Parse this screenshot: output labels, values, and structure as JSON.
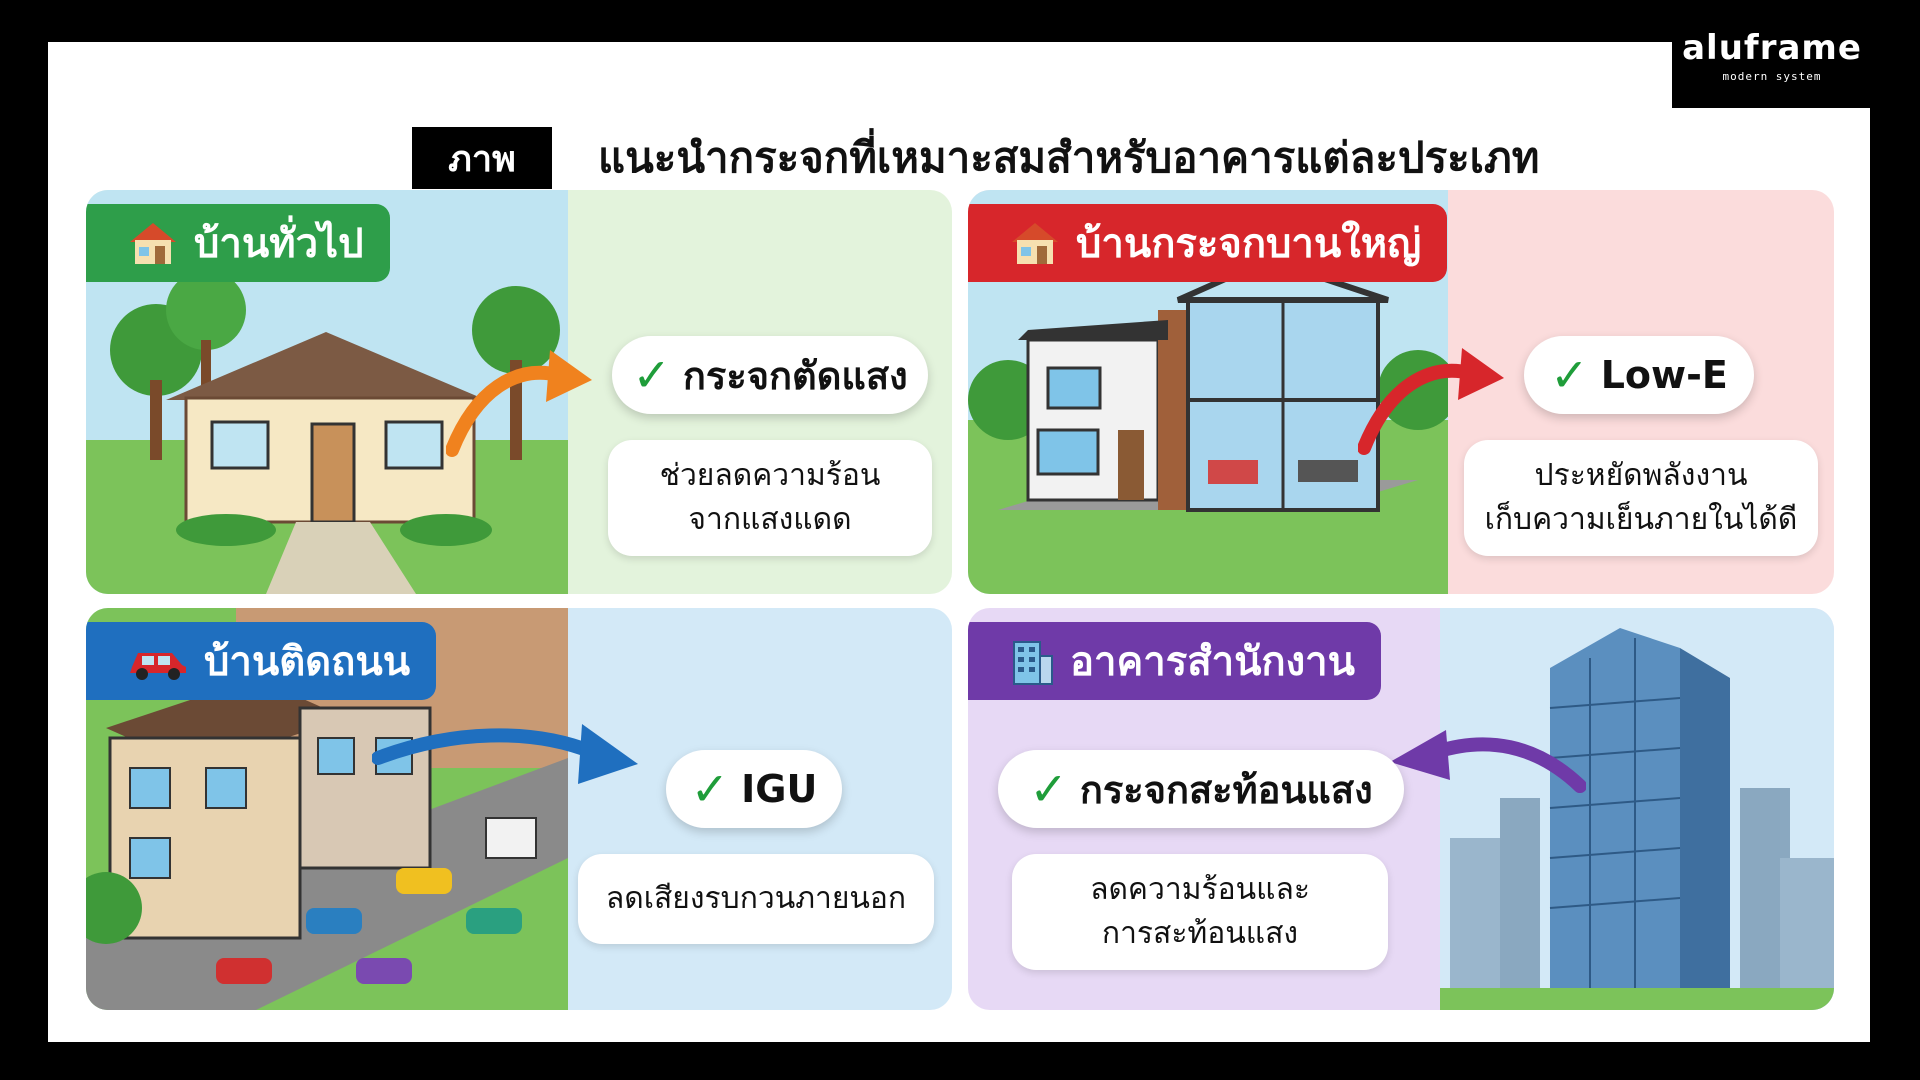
{
  "brand": {
    "name": "aluframe",
    "tagline": "modern system"
  },
  "title": {
    "label": "ภาพ",
    "text": "แนะนำกระจกที่เหมาะสมสำหรับอาคารแต่ละประเภท"
  },
  "panels": [
    {
      "category": "บ้านทั่วไป",
      "recommendation": "กระจกตัดแสง",
      "description": [
        "ช่วยลดความร้อน",
        "จากแสงแดด"
      ],
      "icon": "house-icon",
      "accent": "#2e9e4a",
      "bg": "#e3f3dc",
      "arrow_color": "#f0821e"
    },
    {
      "category": "บ้านกระจกบานใหญ่",
      "recommendation": "Low-E",
      "description": [
        "ประหยัดพลังงาน",
        "เก็บความเย็นภายในได้ดี"
      ],
      "icon": "house-icon",
      "accent": "#d7262b",
      "bg": "#fbdcdc",
      "arrow_color": "#d7262b"
    },
    {
      "category": "บ้านติดถนน",
      "recommendation": "IGU",
      "description": [
        "ลดเสียงรบกวนภายนอก"
      ],
      "icon": "car-icon",
      "accent": "#1f6fbf",
      "bg": "#d3e9f7",
      "arrow_color": "#1f6fbf"
    },
    {
      "category": "อาคารสำนักงาน",
      "recommendation": "กระจกสะท้อนแสง",
      "description": [
        "ลดความร้อนและ",
        "การสะท้อนแสง"
      ],
      "icon": "office-building-icon",
      "accent": "#6f3aa8",
      "bg": "#e7d9f5",
      "arrow_color": "#6f3aa8"
    }
  ]
}
